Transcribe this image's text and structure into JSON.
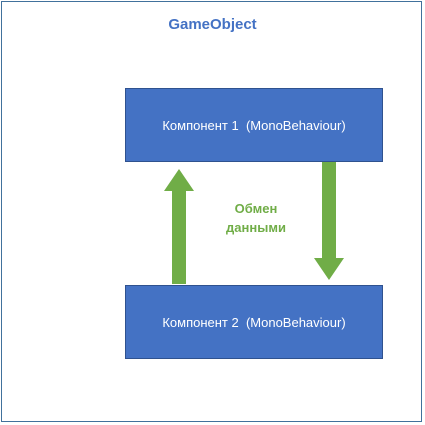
{
  "diagram": {
    "title": "GameObject",
    "component_1_label": "Компонент 1  (MonoBehaviour)",
    "component_2_label": "Компонент 2  (MonoBehaviour)",
    "exchange_label_line1": "Обмен",
    "exchange_label_line2": "данными",
    "colors": {
      "title": "#4472c4",
      "box_fill": "#4472c4",
      "arrow": "#70ad47",
      "exchange_text": "#70ad47",
      "frame_border": "#41719c"
    }
  }
}
